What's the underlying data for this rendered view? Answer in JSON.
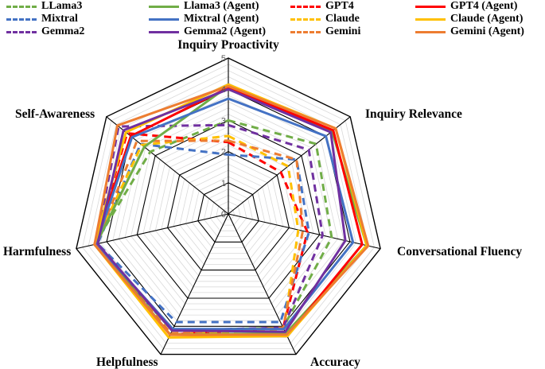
{
  "chart_data": {
    "type": "radar",
    "axes": [
      "Inquiry Proactivity",
      "Inquiry Relevance",
      "Conversational Fluency",
      "Accuracy",
      "Helpfulness",
      "Harmfulness",
      "Self-Awareness"
    ],
    "rlim": [
      0,
      5
    ],
    "ticks": [
      "0",
      "1",
      "2",
      "3",
      "4",
      "5"
    ],
    "grid": true,
    "legend_position": "top",
    "series": [
      {
        "name": "LLama3",
        "color": "#70AD47",
        "dashed": true,
        "values": [
          3.0,
          3.6,
          3.4,
          4.05,
          4.15,
          4.4,
          3.2
        ]
      },
      {
        "name": "Llama3 (Agent)",
        "color": "#70AD47",
        "dashed": false,
        "values": [
          4.1,
          4.25,
          4.55,
          4.25,
          4.3,
          4.35,
          3.45
        ]
      },
      {
        "name": "GPT4",
        "color": "#FF0000",
        "dashed": true,
        "values": [
          2.3,
          2.15,
          2.6,
          4.05,
          4.3,
          4.4,
          4.15
        ]
      },
      {
        "name": "GPT4 (Agent)",
        "color": "#FF0000",
        "dashed": false,
        "values": [
          4.05,
          4.3,
          4.4,
          4.35,
          4.3,
          4.4,
          4.0
        ]
      },
      {
        "name": "Mixtral",
        "color": "#4472C4",
        "dashed": true,
        "values": [
          1.9,
          2.8,
          2.65,
          3.85,
          3.85,
          4.3,
          3.6
        ]
      },
      {
        "name": "Mixtral (Agent)",
        "color": "#4472C4",
        "dashed": false,
        "values": [
          3.7,
          4.0,
          4.1,
          4.1,
          4.1,
          4.35,
          3.95
        ]
      },
      {
        "name": "Claude",
        "color": "#FFC000",
        "dashed": true,
        "values": [
          2.5,
          2.45,
          2.3,
          4.1,
          4.3,
          4.4,
          3.55
        ]
      },
      {
        "name": "Claude (Agent)",
        "color": "#FFC000",
        "dashed": false,
        "values": [
          4.15,
          4.4,
          4.55,
          4.35,
          4.4,
          4.4,
          4.2
        ]
      },
      {
        "name": "Gemma2",
        "color": "#7030A0",
        "dashed": true,
        "values": [
          2.85,
          3.3,
          3.1,
          4.05,
          4.15,
          4.35,
          4.5
        ]
      },
      {
        "name": "Gemma2 (Agent)",
        "color": "#7030A0",
        "dashed": false,
        "values": [
          4.0,
          4.2,
          3.85,
          4.2,
          4.15,
          4.3,
          4.3
        ]
      },
      {
        "name": "Gemini",
        "color": "#ED7D31",
        "dashed": true,
        "values": [
          2.35,
          2.8,
          2.45,
          4.05,
          4.25,
          4.35,
          3.75
        ]
      },
      {
        "name": "Gemini (Agent)",
        "color": "#ED7D31",
        "dashed": false,
        "values": [
          4.1,
          4.4,
          4.6,
          4.3,
          4.3,
          4.4,
          4.55
        ]
      }
    ]
  }
}
